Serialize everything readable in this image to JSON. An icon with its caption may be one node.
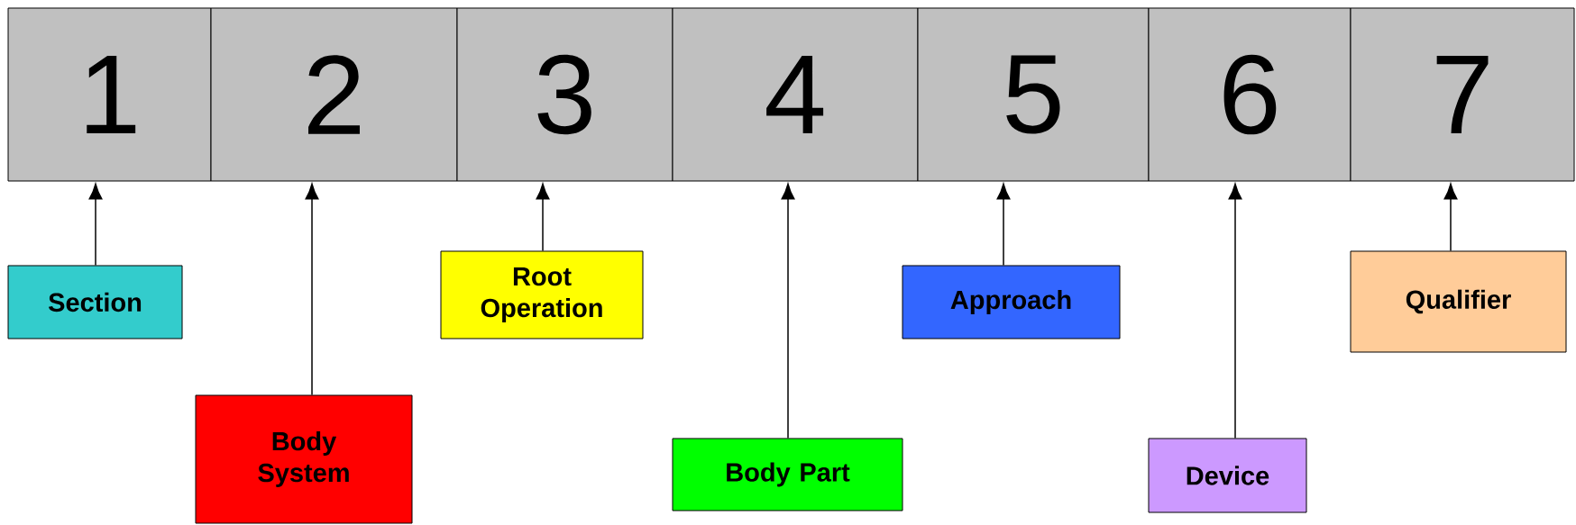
{
  "diagram": {
    "nodes": [
      {
        "text": [
          "1"
        ]
      },
      {
        "text": [
          "2"
        ]
      },
      {
        "text": [
          "3"
        ]
      },
      {
        "text": [
          "4"
        ]
      },
      {
        "text": [
          "5"
        ]
      },
      {
        "text": [
          "6"
        ]
      },
      {
        "text": [
          "7"
        ]
      },
      {
        "text": [
          "Section"
        ]
      },
      {
        "text": [
          "Body System"
        ]
      },
      {
        "text": [
          "Root Operation"
        ]
      },
      {
        "text": [
          "Body Part"
        ]
      },
      {
        "text": [
          "Approach"
        ]
      },
      {
        "text": [
          "Device"
        ]
      },
      {
        "text": [
          "Qualifier"
        ]
      }
    ],
    "edges": [
      {
        "from": 7,
        "to": 0,
        "arrow": "to"
      },
      {
        "from": 8,
        "to": 1,
        "arrow": "to"
      },
      {
        "from": 9,
        "to": 2,
        "arrow": "to"
      },
      {
        "from": 10,
        "to": 3,
        "arrow": "to"
      },
      {
        "from": 11,
        "to": 4,
        "arrow": "to"
      },
      {
        "from": 12,
        "to": 5,
        "arrow": "to"
      },
      {
        "from": 13,
        "to": 6,
        "arrow": "to"
      }
    ]
  }
}
